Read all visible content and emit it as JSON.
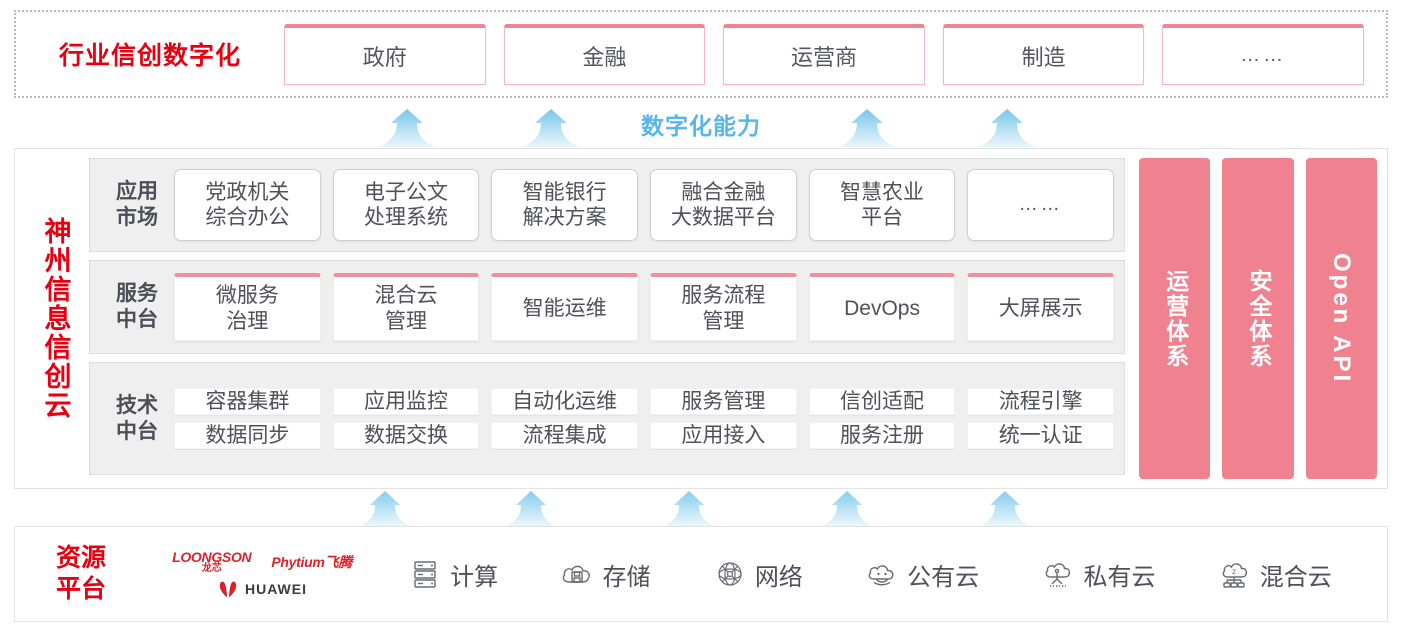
{
  "industry": {
    "title": "行业信创数字化",
    "boxes": [
      {
        "label": "政府"
      },
      {
        "label": "金融"
      },
      {
        "label": "运营商"
      },
      {
        "label": "制造"
      },
      {
        "label": "……"
      }
    ]
  },
  "capability": {
    "label": "数字化能力",
    "arrow_icon": "up-arrow-icon",
    "arrow_count": 4
  },
  "cloud": {
    "title": "神州信息信创云",
    "layers": [
      {
        "name": "应用\n市场",
        "name_lines": [
          "应用",
          "市场"
        ],
        "items": [
          "党政机关\n综合办公",
          "电子公文\n处理系统",
          "智能银行\n解决方案",
          "融合金融\n大数据平台",
          "智慧农业\n平台",
          "……"
        ],
        "item_lines": [
          [
            "党政机关",
            "综合办公"
          ],
          [
            "电子公文",
            "处理系统"
          ],
          [
            "智能银行",
            "解决方案"
          ],
          [
            "融合金融",
            "大数据平台"
          ],
          [
            "智慧农业",
            "平台"
          ],
          [
            "……"
          ]
        ]
      },
      {
        "name_lines": [
          "服务",
          "中台"
        ],
        "item_lines": [
          [
            "微服务",
            "治理"
          ],
          [
            "混合云",
            "管理"
          ],
          [
            "智能运维"
          ],
          [
            "服务流程",
            "管理"
          ],
          [
            "DevOps"
          ],
          [
            "大屏展示"
          ]
        ]
      },
      {
        "name_lines": [
          "技术",
          "中台"
        ],
        "rows": [
          [
            "容器集群",
            "应用监控",
            "自动化运维",
            "服务管理",
            "信创适配",
            "流程引擎"
          ],
          [
            "数据同步",
            "数据交换",
            "流程集成",
            "应用接入",
            "服务注册",
            "统一认证"
          ]
        ]
      }
    ],
    "pillars": [
      {
        "label": "运营体系",
        "orientation": "vertical-cjk"
      },
      {
        "label": "安全体系",
        "orientation": "vertical-cjk"
      },
      {
        "label": "Open API",
        "orientation": "vertical-latin"
      }
    ]
  },
  "lower_arrows": {
    "arrow_icon": "up-arrow-icon",
    "arrow_count": 5
  },
  "resource": {
    "title_lines": [
      "资源",
      "平台"
    ],
    "logos": [
      {
        "name": "loongson-logo",
        "en": "LOONGSON",
        "cn": "龙芯"
      },
      {
        "name": "phytium-logo",
        "text": "Phytium飞腾"
      },
      {
        "name": "huawei-logo",
        "text": "HUAWEI"
      }
    ],
    "items": [
      {
        "label": "计算",
        "icon": "server-icon"
      },
      {
        "label": "存储",
        "icon": "cloud-storage-icon"
      },
      {
        "label": "网络",
        "icon": "network-icon"
      },
      {
        "label": "公有云",
        "icon": "public-cloud-icon"
      },
      {
        "label": "私有云",
        "icon": "private-cloud-icon"
      },
      {
        "label": "混合云",
        "icon": "hybrid-cloud-icon"
      }
    ]
  },
  "colors": {
    "brand_red": "#e60012",
    "pink": "#f0818f",
    "pink_cap": "#f0909d",
    "blue_arrow": "#9ed5f0",
    "capability_blue": "#56b7e8",
    "band_gray": "#efeff0"
  }
}
